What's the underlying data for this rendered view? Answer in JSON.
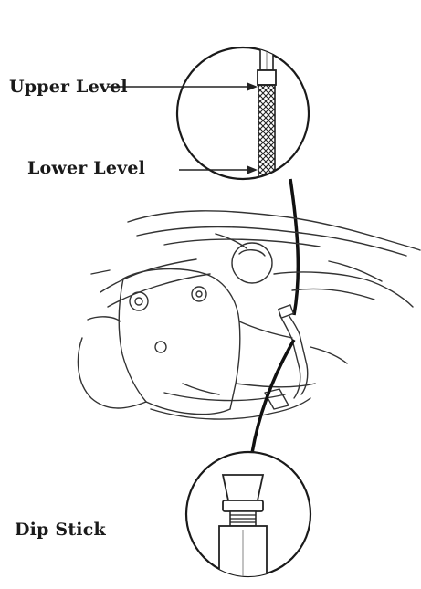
{
  "labels": {
    "upper_level": "Upper Level",
    "lower_level": "Lower Level",
    "dip_stick": "Dip Stick"
  },
  "colors": {
    "ink": "#1a1a1a",
    "line": "#333333",
    "paper": "#ffffff"
  }
}
